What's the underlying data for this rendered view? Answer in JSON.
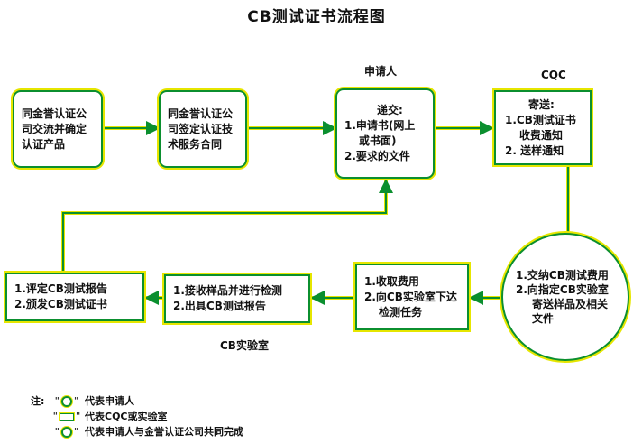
{
  "title": "CB测试证书流程图",
  "roles": {
    "applicant": "申请人",
    "cqc": "CQC",
    "lab": "CB实验室"
  },
  "nodes": {
    "n1": [
      "同金誉认证公",
      "司交流并确定",
      "认证产品"
    ],
    "n2": [
      "同金誉认证公",
      "司签定认证技",
      "术服务合同"
    ],
    "n3": [
      "递交:",
      "1.申请书(网上",
      "或书面)",
      "2.要求的文件"
    ],
    "n4": [
      "寄送:",
      "1.CB测试证书",
      "收费通知",
      "2. 送样通知"
    ],
    "n5": [
      "1.交纳CB测试费用",
      "2.向指定CB实验室",
      "寄送样品及相关",
      "文件"
    ],
    "n6": [
      "1.收取费用",
      "2.向CB实验室下达",
      "检测任务"
    ],
    "n7": [
      "1.接收样品并进行检测",
      "2.出具CB测试报告"
    ],
    "n8": [
      "1.评定CB测试报告",
      "2.颁发CB测试证书"
    ]
  },
  "legend": {
    "prefix": "注:",
    "items": [
      {
        "symbol": "circle-small",
        "text": "代表申请人"
      },
      {
        "symbol": "rect-small",
        "text": "代表CQC或实验室"
      },
      {
        "symbol": "circle-small",
        "text": "代表申请人与金誉认证公司共同完成"
      }
    ]
  },
  "colors": {
    "border_green": "#0b8f2f",
    "glow_yellow": "#e6e600",
    "arrow": "#0b8f2f"
  }
}
